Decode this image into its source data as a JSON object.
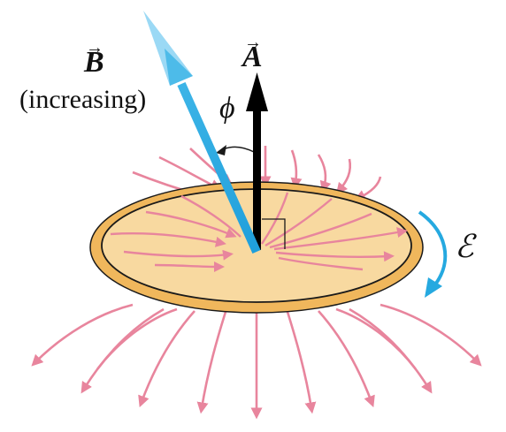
{
  "labels": {
    "vector_b": "B",
    "vector_a": "A",
    "b_note": "(increasing)",
    "angle": "ϕ",
    "emf": "ℰ",
    "vector_arrow": "→"
  },
  "colors": {
    "loop_fill": "#f8d9a0",
    "loop_rim": "#f0b75c",
    "loop_outline": "#1a1a1a",
    "field_lines": "#e8859d",
    "vector_b": "#25a9e0",
    "vector_b_tip": "#8fd3f4",
    "vector_a": "#000000",
    "emf_arrow": "#25a9e0"
  }
}
